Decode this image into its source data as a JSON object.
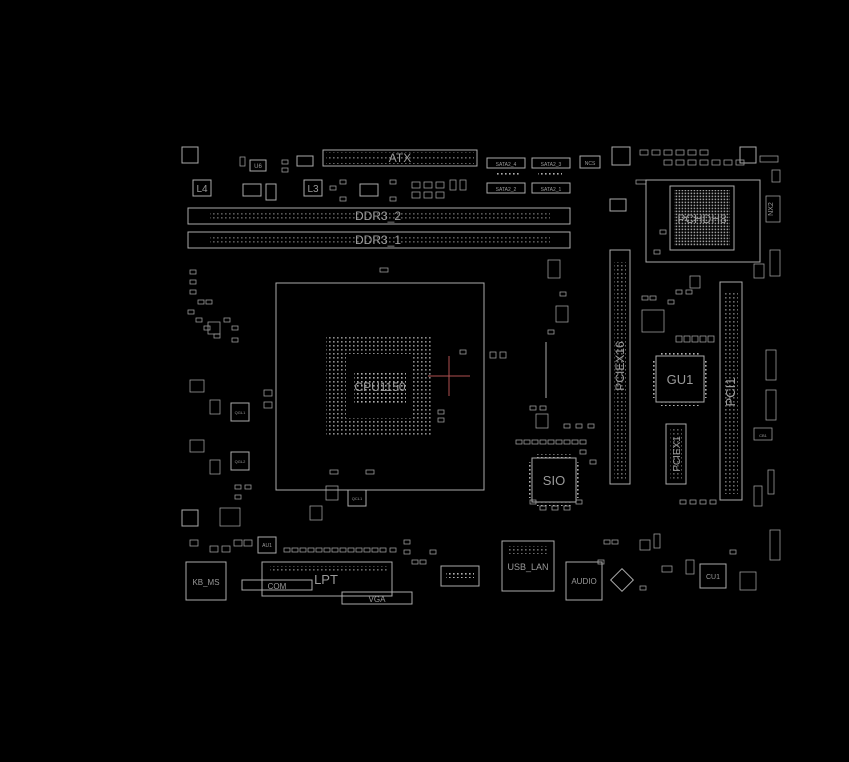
{
  "labels": {
    "atx": "ATX",
    "ddr3_2": "DDR3_2",
    "ddr3_1": "DDR3_1",
    "cpu": "CPU1150",
    "pchdh": "PCHDH8",
    "pciex16": "PCIEX16",
    "gu1": "GU1",
    "pci1": "PCI1",
    "pciex1": "PCIEX1",
    "sio": "SIO",
    "lpt": "LPT",
    "com": "COM",
    "vga": "VGA",
    "kb_ms": "KB_MS",
    "usb_lan": "USB_LAN",
    "audio": "AUDIO",
    "cu1": "CU1",
    "l4": "L4",
    "l3": "L3",
    "u6": "U6",
    "sata2": "SATA2_2",
    "sata1": "SATA2_1",
    "sata4": "SATA2_4",
    "sata3": "SATA2_3",
    "qgl1": "QGL1",
    "qgl2": "QGL2",
    "qcl1": "QCL1",
    "au1": "AU1",
    "nx2": "NX2",
    "ncs": "NCS",
    "cb1": "CB1"
  },
  "colors": {
    "background": "#000000",
    "outline": "#a8a8a8",
    "label": "#9a9a9a",
    "marker": "#b05050"
  }
}
